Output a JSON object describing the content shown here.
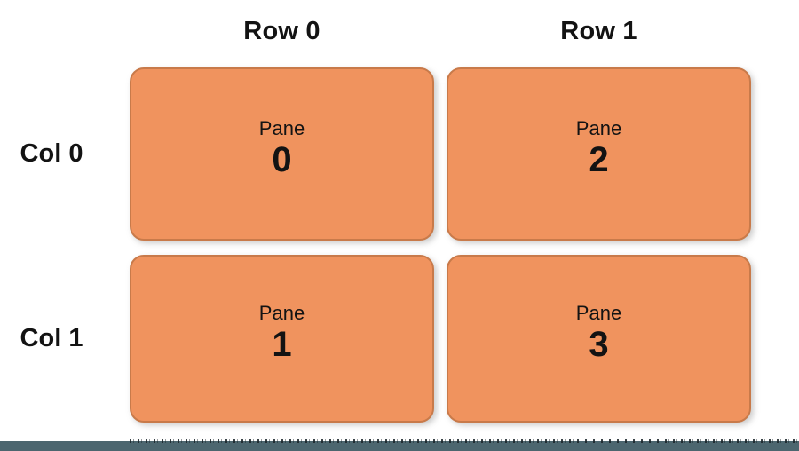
{
  "column_headers": [
    "Row 0",
    "Row 1"
  ],
  "row_labels": [
    "Col 0",
    "Col 1"
  ],
  "panes": [
    {
      "title": "Pane",
      "number": "0"
    },
    {
      "title": "Pane",
      "number": "2"
    },
    {
      "title": "Pane",
      "number": "1"
    },
    {
      "title": "Pane",
      "number": "3"
    }
  ],
  "colors": {
    "pane_fill": "#F0935E",
    "pane_border": "#C87A4A",
    "footer_bar": "#4C666F",
    "text": "#131313",
    "background": "#FFFFFF"
  }
}
